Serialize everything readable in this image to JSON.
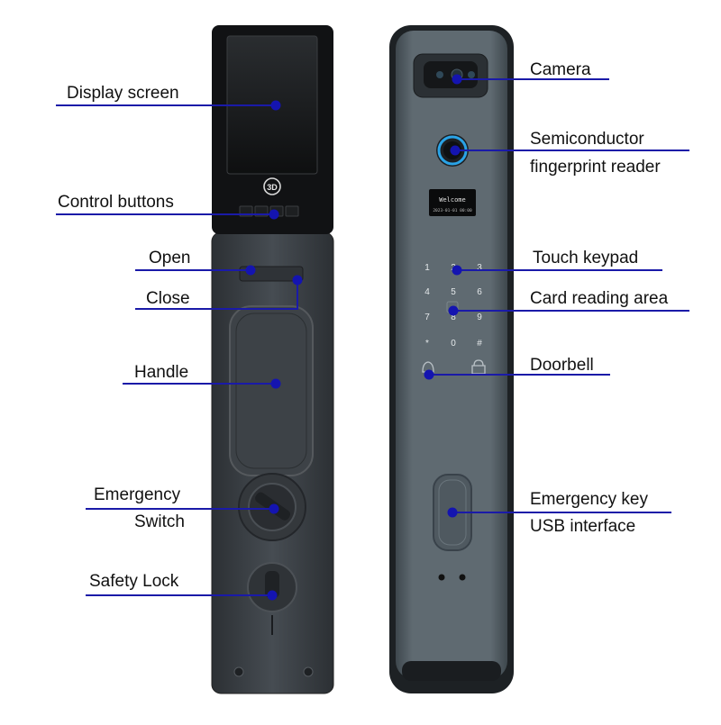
{
  "diagram": {
    "labels": {
      "display_screen": "Display screen",
      "control_buttons": "Control buttons",
      "open": "Open",
      "close": "Close",
      "handle": "Handle",
      "emergency_switch_1": "Emergency",
      "emergency_switch_2": "Switch",
      "safety_lock": "Safety Lock",
      "camera": "Camera",
      "fingerprint_1": "Semiconductor",
      "fingerprint_2": "fingerprint reader",
      "touch_keypad": "Touch keypad",
      "card_reading": "Card reading area",
      "doorbell": "Doorbell",
      "emergency_key_1": "Emergency key",
      "emergency_key_2": "USB interface"
    },
    "device": {
      "lcd_welcome": "Welcome",
      "lcd_datetime": "2023-01-01 00:00",
      "face_3d_badge": "3D",
      "keypad": [
        "1",
        "2",
        "3",
        "4",
        "5",
        "6",
        "7",
        "8",
        "9",
        "*",
        "0",
        "#"
      ]
    },
    "colors": {
      "pointer": "#1a1aa8",
      "pointer_dot": "#1414b0",
      "back_panel": "#3d4247",
      "front_panel": "#5b666d",
      "key_text": "#e4e8ea"
    }
  }
}
